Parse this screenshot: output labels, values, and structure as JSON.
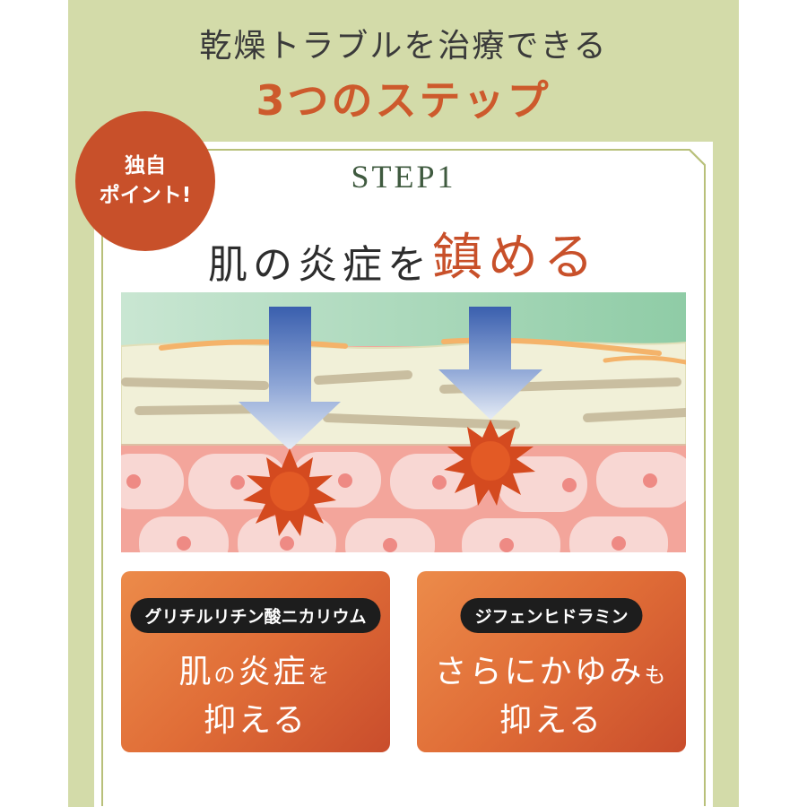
{
  "heading": {
    "line1": "乾燥トラブルを治療できる",
    "line2": "3つのステップ"
  },
  "badge": {
    "line1": "独自",
    "line2": "ポイント!"
  },
  "step": {
    "label": "STEP1",
    "title_part1": "肌の炎症を",
    "title_part2": "鎮める"
  },
  "ingredients": [
    {
      "name": "グリチルリチン酸ニカリウム",
      "effect_a": "肌",
      "effect_b": "の",
      "effect_c": "炎症",
      "effect_d": "を",
      "effect_line2": "抑える"
    },
    {
      "name": "ジフェンヒドラミン",
      "effect_a": "さらにかゆみ",
      "effect_b": "も",
      "effect_line2": "抑える"
    }
  ],
  "colors": {
    "panel": "#d3dba9",
    "accent": "#c8502a",
    "card_border": "#b8c07a",
    "step_label": "#3f5a3f",
    "box_gradient_start": "#ec8b4a",
    "box_gradient_end": "#c94d2c"
  },
  "illustration": {
    "description_icons": [
      "down-arrow-icon",
      "inflammation-burst-icon"
    ]
  }
}
